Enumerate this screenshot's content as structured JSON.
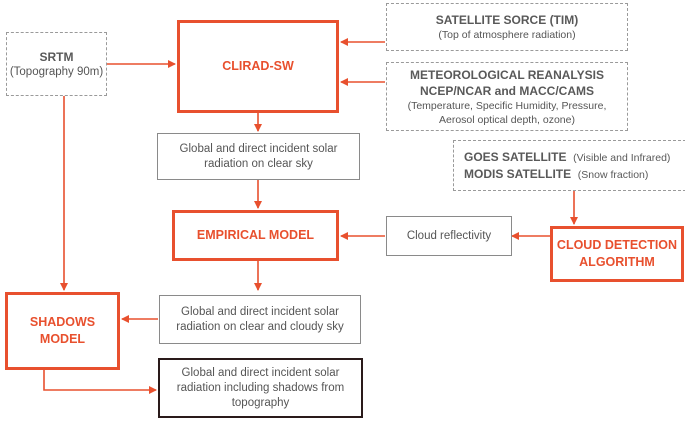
{
  "colors": {
    "accent": "#e8502e",
    "border_gray": "#8a8a8a",
    "text": "#555555"
  },
  "nodes": {
    "srtm": {
      "title": "SRTM",
      "subtitle": "(Topography 90m)"
    },
    "clirad": {
      "label": "CLIRAD-SW"
    },
    "satellite": {
      "title": "SATELLITE SORCE (TIM)",
      "subtitle": "(Top of atmosphere radiation)"
    },
    "reanalysis": {
      "title1": "METEOROLOGICAL REANALYSIS",
      "title2": "NCEP/NCAR and MACC/CAMS",
      "line1": "(Temperature, Specific Humidity, Pressure,",
      "line2": "Aerosol optical depth, ozone)"
    },
    "clear_sky": {
      "line1": "Global and direct incident solar",
      "line2": "radiation on clear sky"
    },
    "goes_modis": {
      "goes_title": "GOES SATELLITE",
      "goes_detail": "(Visible and Infrared)",
      "modis_title": "MODIS SATELLITE",
      "modis_detail": "(Snow fraction)"
    },
    "empirical": {
      "label": "EMPIRICAL MODEL"
    },
    "cloud_reflectivity": {
      "label": "Cloud reflectivity"
    },
    "cloud_detection": {
      "line1": "CLOUD DETECTION",
      "line2": "ALGORITHM"
    },
    "shadows": {
      "line1": "SHADOWS",
      "line2": "MODEL"
    },
    "clear_cloudy": {
      "line1": "Global and direct incident solar",
      "line2": "radiation on clear and cloudy sky"
    },
    "final": {
      "line1": "Global and direct incident solar",
      "line2": "radiation including shadows from",
      "line3": "topography"
    }
  }
}
